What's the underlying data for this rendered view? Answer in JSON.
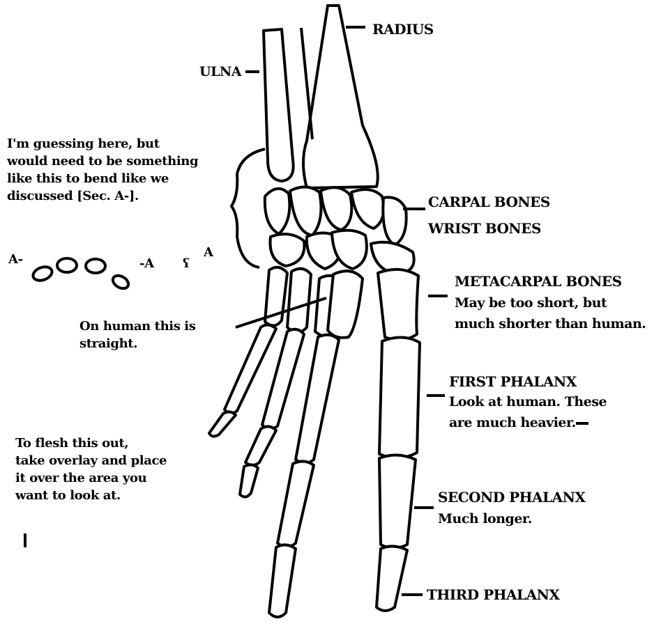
{
  "labels": {
    "radius": "RADIUS",
    "ulna": "ULNA",
    "carpal_bones": "CARPAL BONES",
    "wrist_bones": "WRIST BONES",
    "metacarpal_bones": "METACARPAL BONES",
    "metacarpal_note_1": "May be too short, but",
    "metacarpal_note_2": "much shorter than human.",
    "first_phalanx": "FIRST PHALANX",
    "first_phalanx_note_1": "Look at human. These",
    "first_phalanx_note_2": "are much heavier.",
    "second_phalanx": "SECOND PHALANX",
    "second_phalanx_note": "Much longer.",
    "third_phalanx": "THIRD PHALANX"
  },
  "notes": {
    "guess": [
      "I'm guessing here, but",
      "would need to be something",
      "like this to bend like we",
      "discussed [Sec. A-]."
    ],
    "section_left": "A-",
    "section_right": "-A",
    "section_mark": "A",
    "straight": [
      "On human this is",
      "straight."
    ],
    "flesh": [
      "To flesh this out,",
      "take overlay and place",
      "it over the area you",
      "want to look at."
    ]
  }
}
